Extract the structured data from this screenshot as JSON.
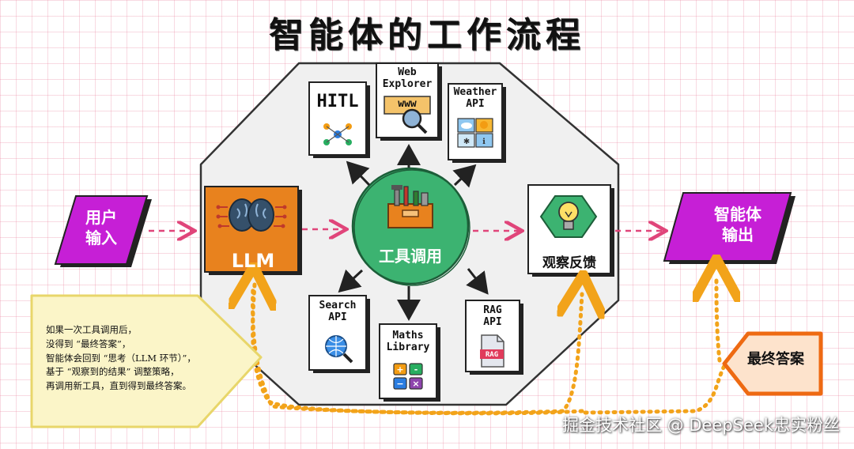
{
  "title": "智能体的工作流程",
  "nodes": {
    "user_input": [
      "用户",
      "输入"
    ],
    "llm": "LLM",
    "tool_call": "工具调用",
    "observe": "观察反馈",
    "agent_output": [
      "智能体",
      "输出"
    ],
    "final_answer": "最终答案"
  },
  "tools": {
    "hitl": "HITL",
    "web_explorer": [
      "Web",
      "Explorer"
    ],
    "weather_api": [
      "Weather",
      "API"
    ],
    "search_api": [
      "Search",
      "API"
    ],
    "maths_library": [
      "Maths",
      "Library"
    ],
    "rag_api": [
      "RAG",
      "API"
    ],
    "rag_doc_tag": "RAG",
    "www_tag": "www"
  },
  "note_lines": [
    "如果一次工具调用后，",
    "没得到 “最终答案”，",
    "智能体会回到 “思考（LLM 环节）”，",
    "基于 “观察到的结果” 调整策略，",
    "再调用新工具，直到得到最终答案。"
  ],
  "watermark": "掘金技术社区 @ DeepSeek忠实粉丝",
  "colors": {
    "purple": "#c61fd6",
    "orange": "#e8821e",
    "green": "#3cb371",
    "yellow_note": "#fbf5c8",
    "final_bg": "#fde3cc"
  }
}
